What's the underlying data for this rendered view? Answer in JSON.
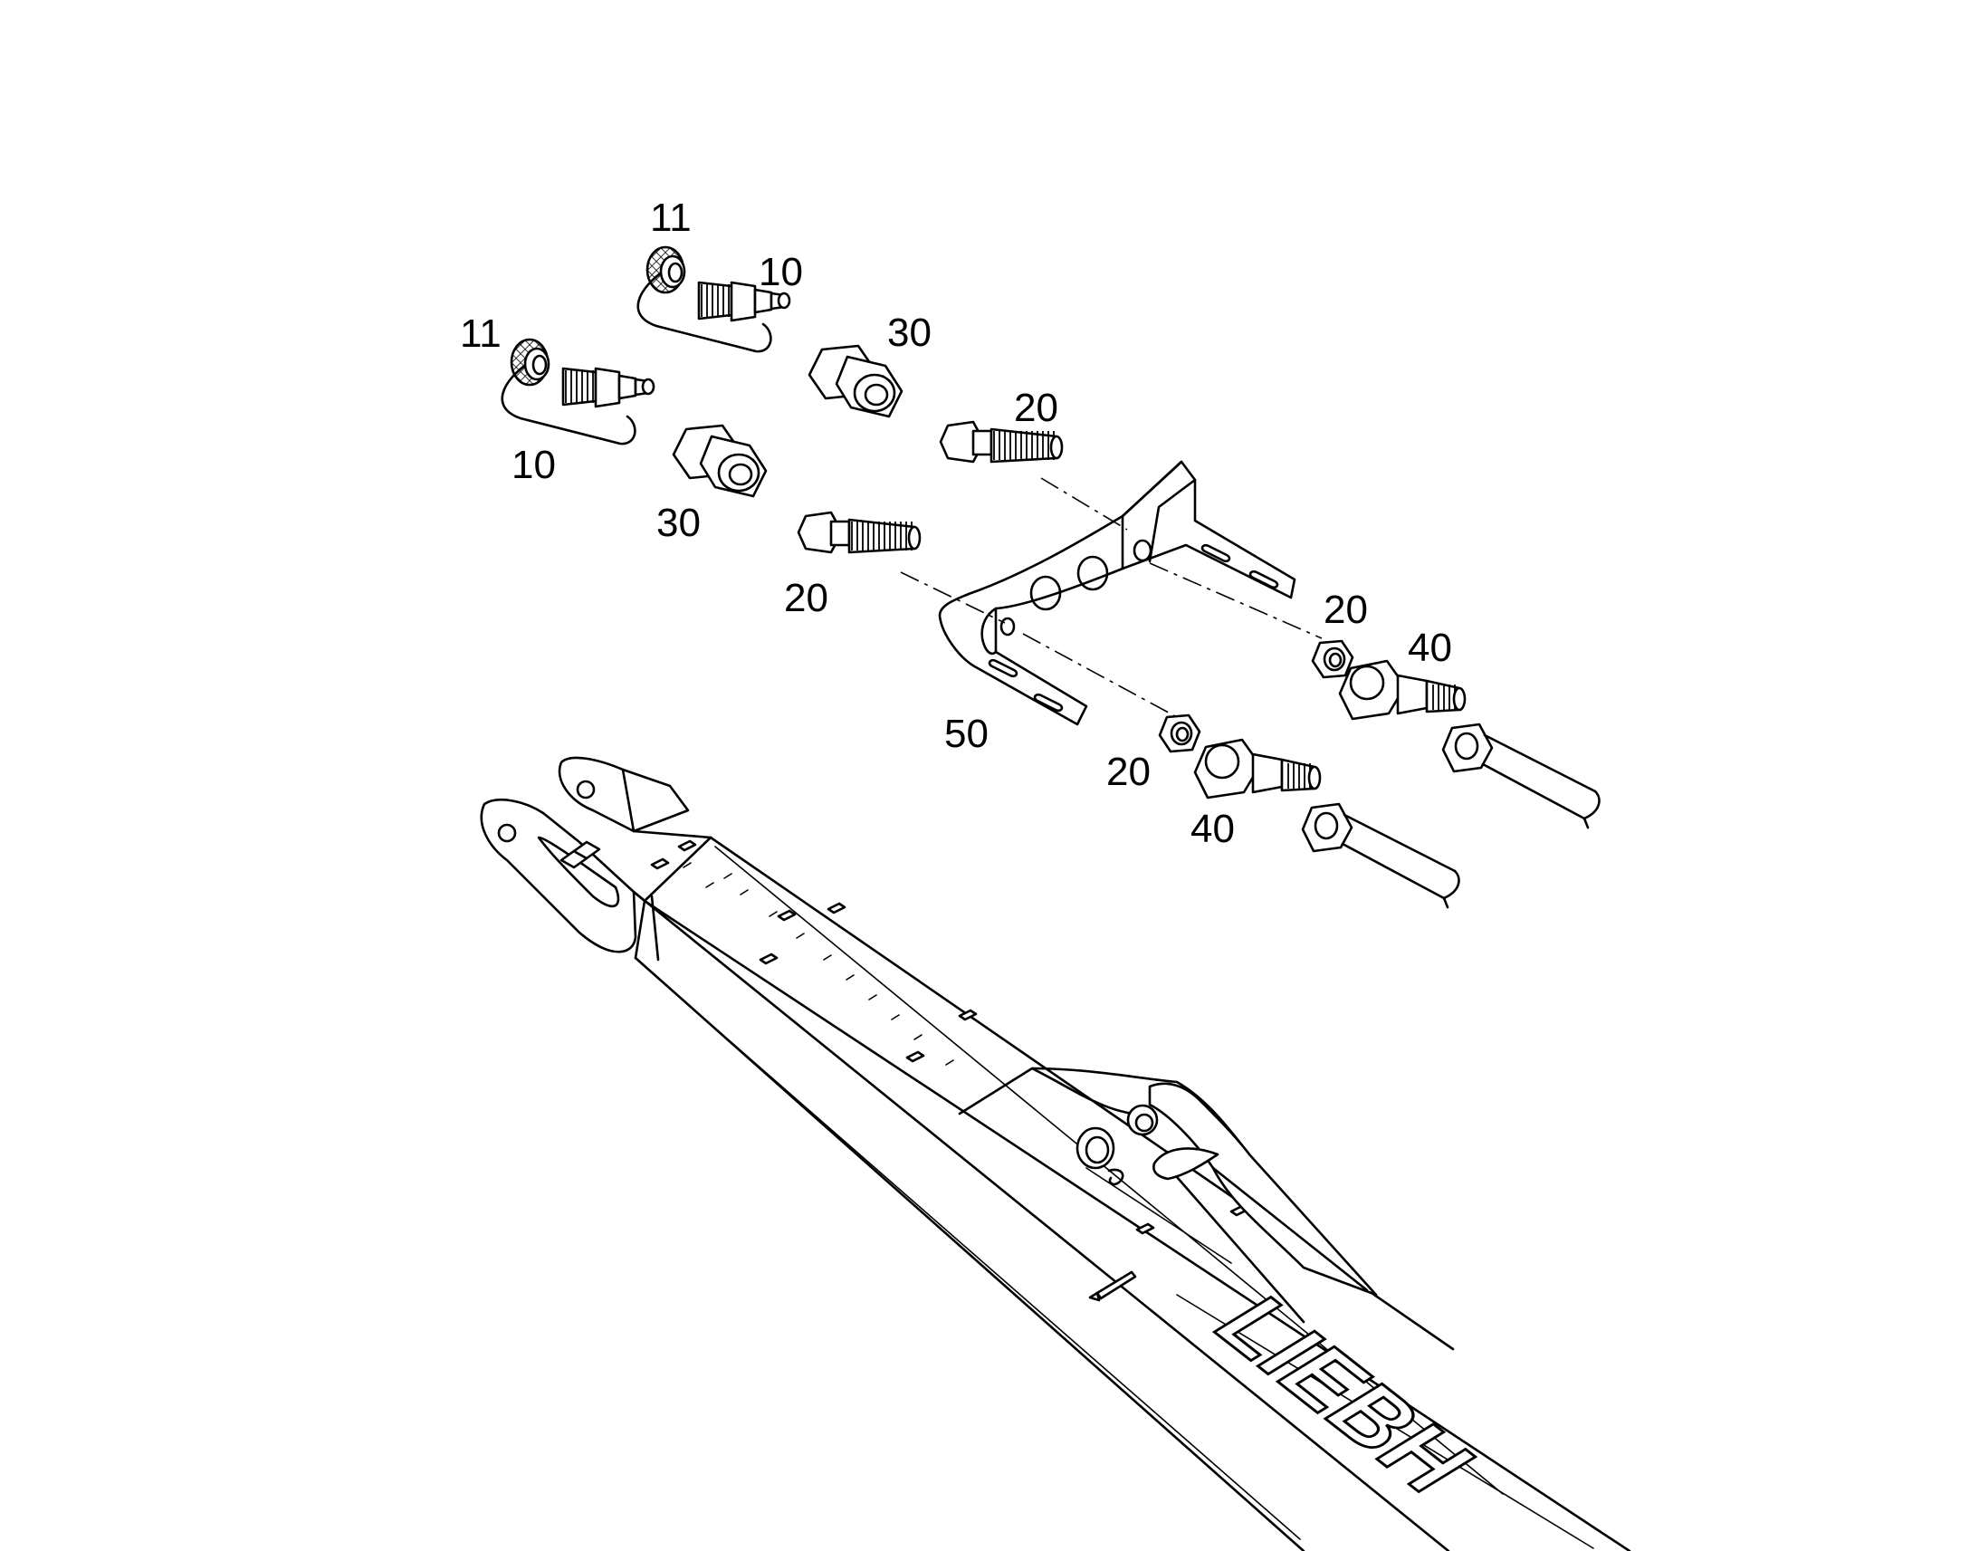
{
  "callouts": {
    "c11_top": "11",
    "c10_top": "10",
    "c11_left": "11",
    "c10_left": "10",
    "c30_top": "30",
    "c30_left": "30",
    "c20_upper": "20",
    "c20_lower": "20",
    "c20_nut_upper": "20",
    "c20_nut_lower": "20",
    "c40_upper": "40",
    "c40_lower": "40",
    "c50_bracket": "50"
  },
  "logo": {
    "text": "LIEBH"
  }
}
